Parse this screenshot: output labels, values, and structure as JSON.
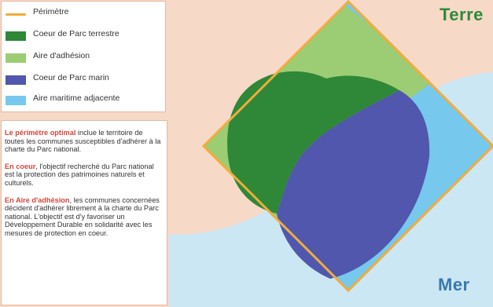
{
  "colors": {
    "land": "#f7d9c8",
    "sea": "#cbe7f3",
    "perimeter": "#f0ac3c",
    "coeur_terrestre": "#2e8838",
    "aire_adhesion": "#9ccc74",
    "coeur_marin": "#5057ac",
    "aire_maritime": "#76c8ec",
    "terre_label": "#2d8a3a",
    "mer_label": "#3a78b0",
    "highlight": "#d9433b"
  },
  "legend": [
    {
      "label": "Périmètre",
      "icon": "line-swatch",
      "color": "#f0ac3c"
    },
    {
      "label": "Coeur de Parc terrestre",
      "icon": "box-swatch",
      "color": "#2e8838"
    },
    {
      "label": "Aire d'adhésion",
      "icon": "box-swatch",
      "color": "#9ccc74"
    },
    {
      "label": "Coeur de Parc marin",
      "icon": "box-swatch",
      "color": "#5057ac"
    },
    {
      "label": "Aire maritime adjacente",
      "icon": "box-swatch",
      "color": "#76c8ec"
    }
  ],
  "info": [
    {
      "highlight": "Le périmètre optimal",
      "text": " inclue le territoire de toutes les communes susceptibles d'adhérer à la charte du Parc national."
    },
    {
      "highlight": "En coeur",
      "text": ", l'objectif recherché du Parc national est la protection des patrimoines naturels et culturels."
    },
    {
      "highlight": "En Aire d'adhésion",
      "text": ", les communes concernées décident d'adhérer librement à la charte du Parc national. L'objectif est d'y favoriser un Développement Durable en solidarité avec les mesures de protection en coeur."
    }
  ],
  "labels": {
    "terre": "Terre",
    "mer": "Mer"
  }
}
